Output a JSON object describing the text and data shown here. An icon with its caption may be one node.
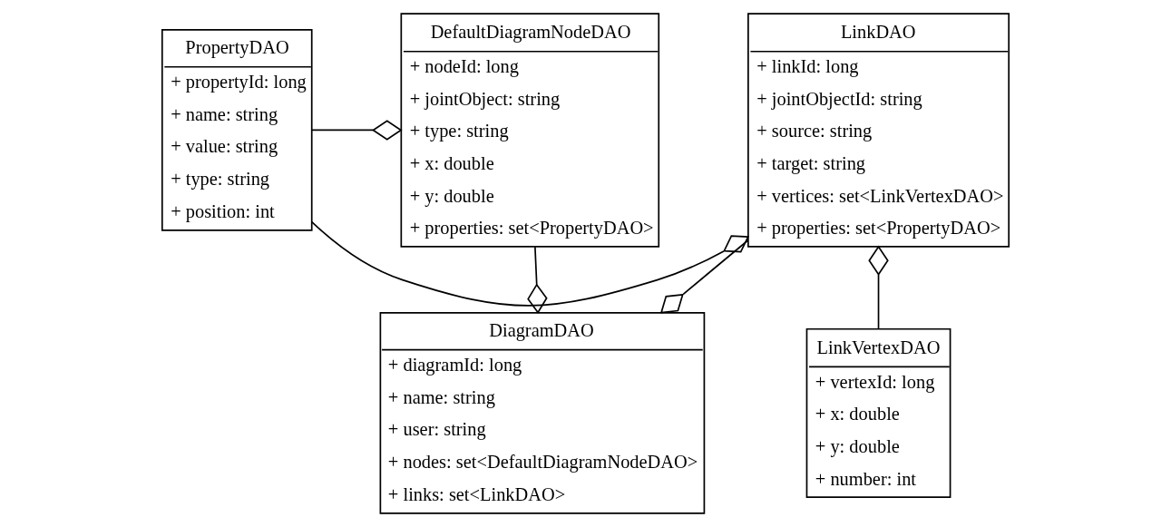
{
  "diagram": {
    "nodes": [
      {
        "text": [
          "DiagramDAO",
          "+ diagramId: long",
          "+ name: string",
          "+ user: string",
          "+ nodes: set<DefaultDiagramNodeDAO>",
          "+ links: set<LinkDAO>"
        ]
      },
      {
        "text": [
          "LinkVertexDAO",
          "+ vertexId: long",
          "+ x: double",
          "+ y: double",
          "+ number: int"
        ]
      },
      {
        "text": [
          "DefaultDiagramNodeDAO",
          "+ nodeId: long",
          "+ jointObject: string",
          "+ type: string",
          "+ x: double",
          "+ y: double",
          "+ properties: set<PropertyDAO>"
        ]
      },
      {
        "text": [
          "PropertyDAO",
          "+ propertyId: long",
          "+ name: string",
          "+ value: string",
          "+ type: string",
          "+ position: int"
        ]
      },
      {
        "text": [
          "LinkDAO",
          "+ linkId: long",
          "+ jointObjectId: string",
          "+ source: string",
          "+ target: string",
          "+ vertices: set<LinkVertexDAO>",
          "+ properties: set<PropertyDAO>"
        ]
      }
    ],
    "edges": [
      {
        "from": 2,
        "to": 0,
        "arrow": "other"
      },
      {
        "from": 4,
        "to": 0,
        "arrow": "other"
      },
      {
        "from": 1,
        "to": 4,
        "arrow": "other"
      },
      {
        "from": 3,
        "to": 2,
        "arrow": "other"
      },
      {
        "from": 3,
        "to": 4,
        "arrow": "other"
      }
    ]
  }
}
